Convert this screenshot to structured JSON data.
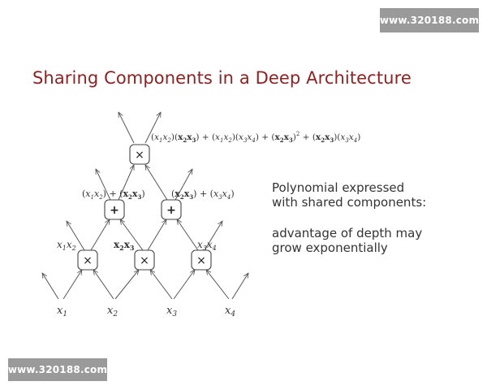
{
  "watermark": {
    "text": "www.320188.com"
  },
  "slide": {
    "title": "Sharing Components in a Deep Architecture"
  },
  "notes": {
    "block1": [
      "Polynomial expressed",
      "with shared components:"
    ],
    "block2": [
      "advantage of depth may",
      "grow exponentially"
    ]
  },
  "diagram": {
    "inputs": [
      "x1",
      "x2",
      "x3",
      "x4"
    ],
    "layer1": {
      "op": "×",
      "labels": [
        "x1x2",
        "x2x3",
        "x3x4"
      ]
    },
    "layer2": {
      "op": "+",
      "labels": [
        "(x1x2) + (x2x3)",
        "(x2x3) + (x3x4)"
      ]
    },
    "layer3": {
      "op": "×",
      "label": "(x1x2)(x2x3) + (x1x2)(x3x4) + (x2x3)^2 + (x2x3)(x3x4)"
    }
  }
}
